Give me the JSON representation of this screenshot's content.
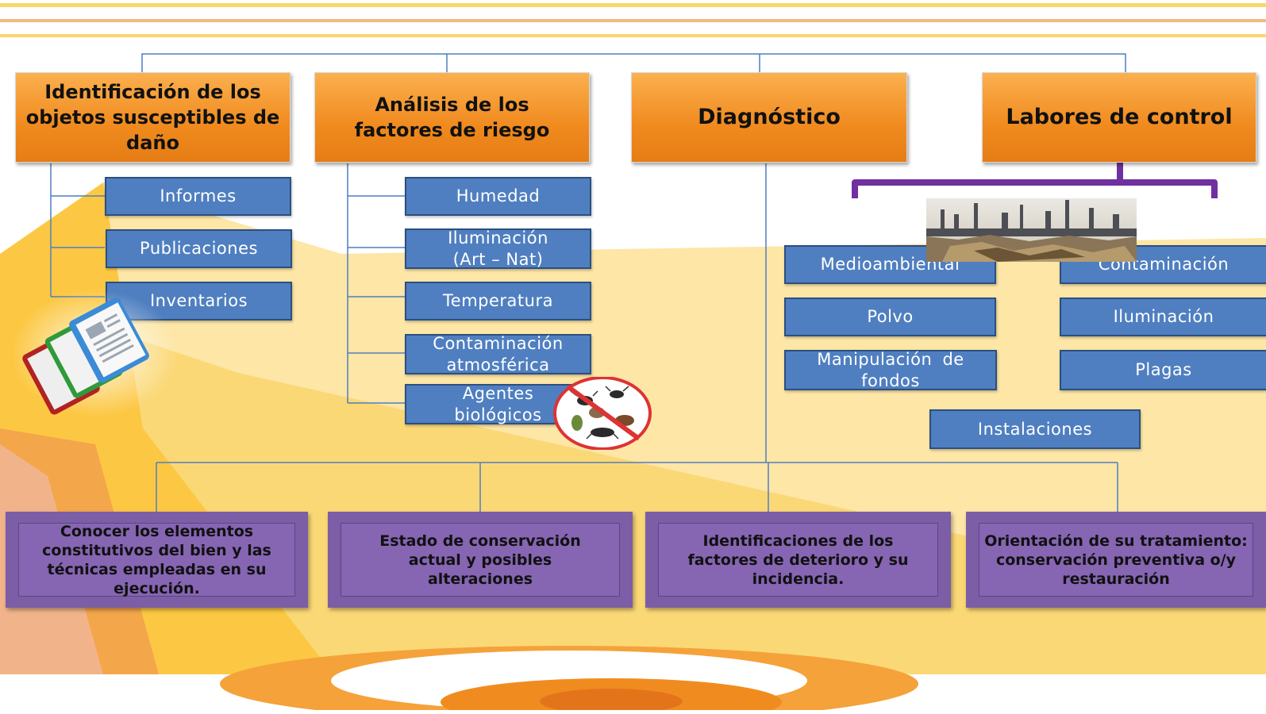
{
  "top_boxes": [
    {
      "label": "Identificación de los objetos susceptibles de daño"
    },
    {
      "label": "Análisis de los factores de riesgo"
    },
    {
      "label": "Diagnóstico"
    },
    {
      "label": "Labores de control"
    }
  ],
  "col1_items": [
    "Informes",
    "Publicaciones",
    "Inventarios"
  ],
  "col2_items": [
    "Humedad",
    "Iluminación (Art – Nat)",
    "Temperatura",
    "Contaminación atmosférica",
    "Agentes biológicos"
  ],
  "col4_left_items": [
    "Medioambiental",
    "Polvo",
    "Manipulación de fondos"
  ],
  "col4_right_items": [
    "Contaminación",
    "Iluminación",
    "Plagas"
  ],
  "col4_bottom_item": "Instalaciones",
  "bottom_boxes": [
    {
      "label": "Conocer los elementos constitutivos del bien y las técnicas empleadas en su ejecución."
    },
    {
      "label": "Estado de conservación actual y posibles alteraciones"
    },
    {
      "label": "Identificaciones de los factores de deterioro y su incidencia."
    },
    {
      "label": "Orientación de su tratamiento: conservación preventiva o/y restauración"
    }
  ],
  "icons": {
    "books": "books-icon",
    "insects": "no-insects-icon",
    "industry": "industrial-pollution-image"
  },
  "colors": {
    "orange": "#f08a1e",
    "blue": "#4f7fc0",
    "purple": "#7b5ea6",
    "bracket": "#7030a0",
    "background_yellow": "#fcc844"
  }
}
